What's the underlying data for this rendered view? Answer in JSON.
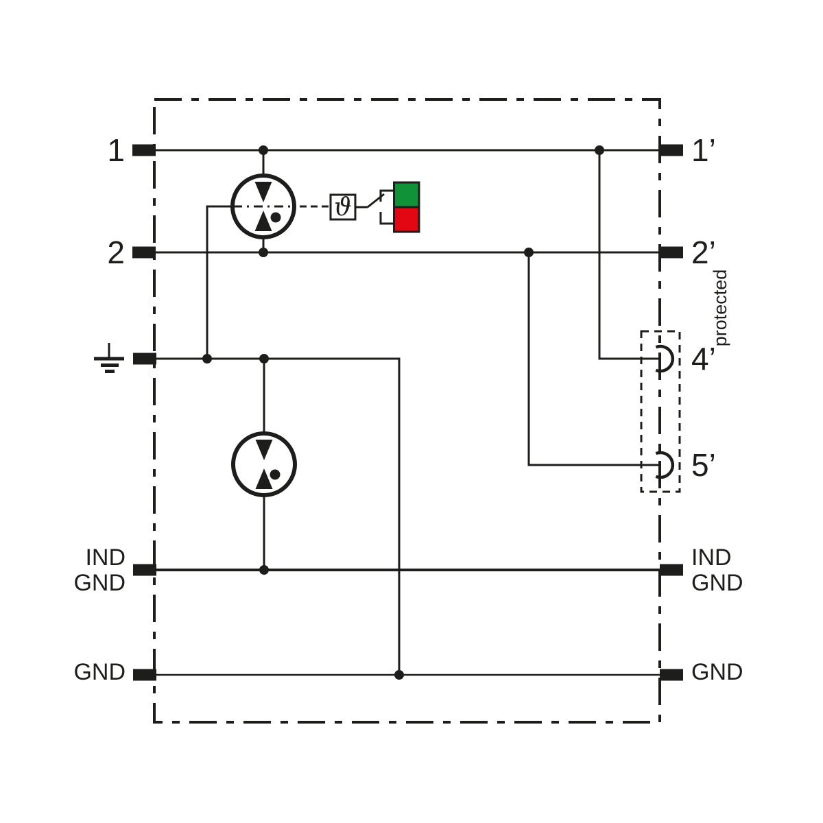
{
  "schematic": {
    "left_terminals": {
      "t1": "1",
      "t2": "2",
      "ind": "IND",
      "ind_gnd": "GND",
      "gnd": "GND"
    },
    "right_terminals": {
      "t1": "1’",
      "t2": "2’",
      "t4": "4’",
      "t5": "5’",
      "ind": "IND",
      "ind_gnd": "GND",
      "gnd": "GND"
    },
    "protected_label": "protected",
    "thermal_symbol": "ϑ",
    "icons": {
      "ground_icon": "earth-ground-symbol",
      "gdt_icon": "gas-discharge-tube-symbol",
      "thermal_icon": "thermal-disconnect-symbol",
      "socket_icon": "plug-in-socket-contact",
      "indicator_icon": "status-flag-green-red"
    }
  },
  "colors": {
    "ink": "#1d1d1b",
    "green": "#0f9238",
    "red": "#e30613",
    "background": "#ffffff"
  }
}
